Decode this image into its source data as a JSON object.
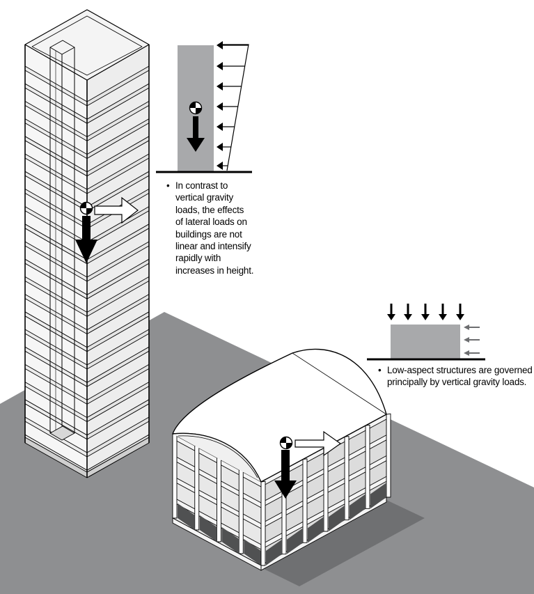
{
  "notes": {
    "tall_building": {
      "bullet": "•",
      "lines": [
        "In contrast to",
        "vertical gravity",
        "loads, the effects",
        "of lateral loads on",
        "buildings are not",
        "linear and intensify",
        "rapidly with",
        "increases in height."
      ]
    },
    "low_building": {
      "bullet": "•",
      "lines": [
        "Low-aspect structures are governed",
        "principally by vertical gravity loads."
      ]
    }
  },
  "colors": {
    "ground": "#8e8f91",
    "shadow": "#6f7072",
    "diagram_block": "#a8a9ab",
    "floor_slab": "#e4e4e4",
    "glass": "#f2f2f2",
    "line": "#000000",
    "force_arrow": "#000000",
    "wind_arrow_gray": "#6d6e70"
  },
  "icons": {
    "center_of_mass": "center-of-mass-icon",
    "gravity_arrow": "down-arrow-icon",
    "lateral_arrow": "right-arrow-icon",
    "wind_arrow": "left-arrow-icon"
  }
}
